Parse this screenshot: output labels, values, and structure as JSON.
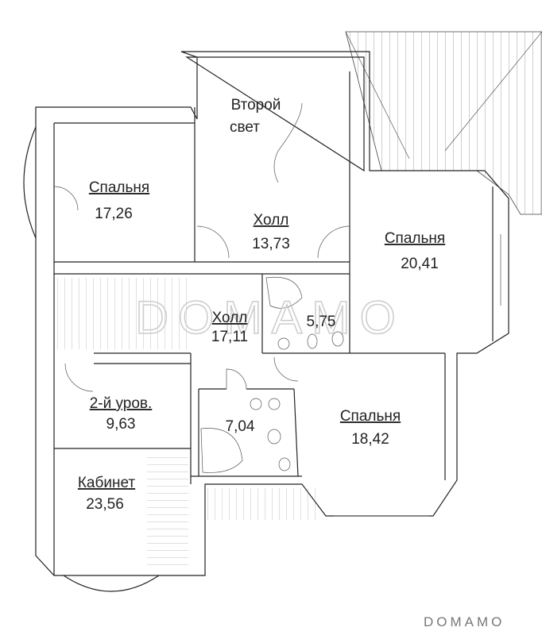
{
  "rooms": [
    {
      "name": "Второй свет",
      "name_line1": "Второй",
      "name_line2": "свет"
    },
    {
      "name": "Спальня",
      "area": "17,26"
    },
    {
      "name": "Холл",
      "area": "13,73"
    },
    {
      "name": "Спальня",
      "area": "20,41"
    },
    {
      "name": "Холл",
      "area": "17,11"
    },
    {
      "name": "",
      "area": "5,75"
    },
    {
      "name": "2-й уров.",
      "area": "9,63"
    },
    {
      "name": "",
      "area": "7,04"
    },
    {
      "name": "Спальня",
      "area": "18,42"
    },
    {
      "name": "Кабинет",
      "area": "23,56"
    }
  ],
  "watermark": "DOMAMO",
  "watermark_corner": "DOMAMO"
}
